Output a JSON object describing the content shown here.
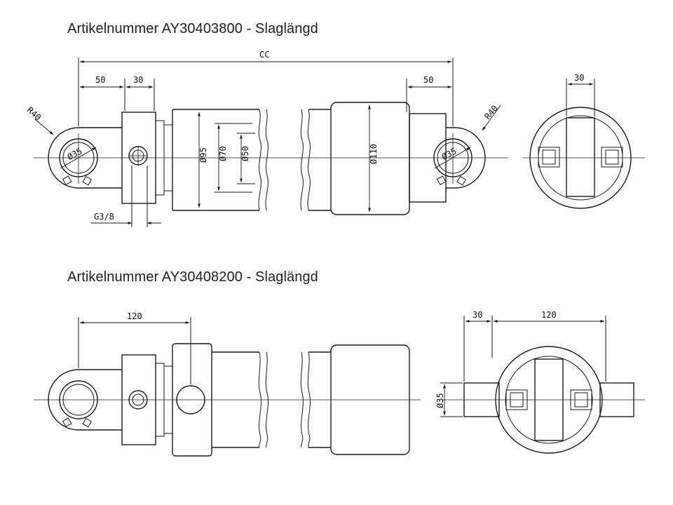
{
  "headings": {
    "drawing1": "Artikelnummer AY30403800 - Slaglängd",
    "drawing2": "Artikelnummer AY30408200 - Slaglängd"
  },
  "drawing1": {
    "dim_cc": "CC",
    "dim_left_50": "50",
    "dim_left_30": "30",
    "dim_right_50": "50",
    "radius_left": "R40",
    "radius_right": "R40",
    "eye_left_dia": "Ø35",
    "eye_right_dia": "Ø35",
    "port": "G3/8",
    "dia_95": "Ø95",
    "dia_70": "Ø70",
    "dia_50": "Ø50",
    "dia_110": "Ø110",
    "end_view_30": "30"
  },
  "drawing2": {
    "dim_120": "120",
    "end_view_30": "30",
    "end_view_120": "120",
    "end_view_dia": "Ø35"
  }
}
